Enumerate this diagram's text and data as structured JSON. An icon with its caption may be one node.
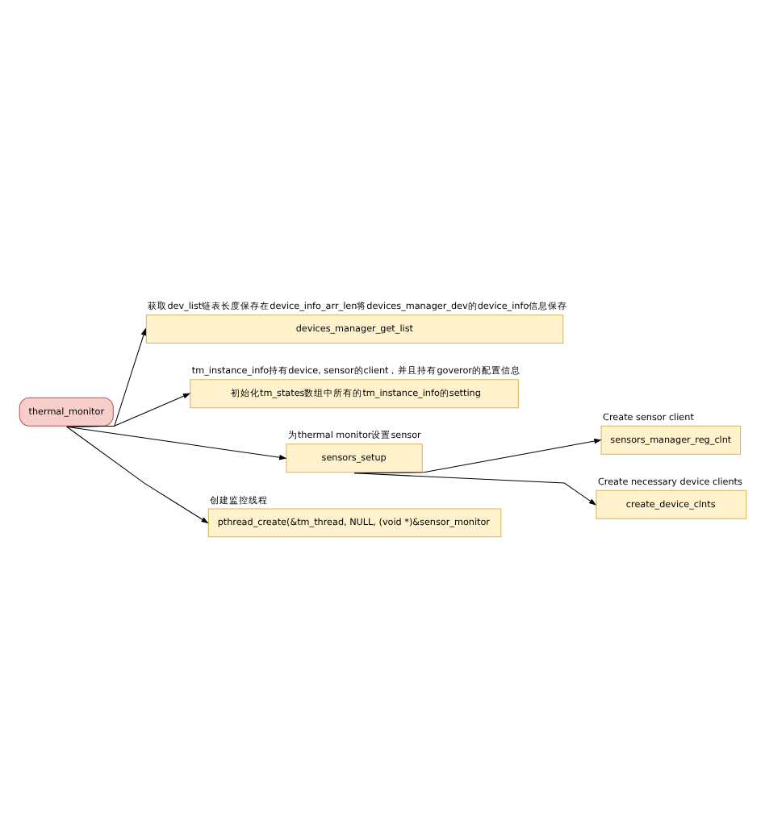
{
  "diagram": {
    "nodes": [
      {
        "text": [
          "thermal_monitor"
        ]
      },
      {
        "text": [
          "devices_manager_get_list"
        ],
        "beside": [
          "获取dev_list链表长度保存在device_info_arr_len将devices_manager_dev的device_info信息保存"
        ]
      },
      {
        "text": [
          "初始化tm_states数组中所有的tm_instance_info的setting"
        ],
        "beside": [
          "tm_instance_info持有device, sensor的client，并且持有goveror的配置信息"
        ]
      },
      {
        "text": [
          "sensors_setup"
        ],
        "beside": [
          "为thermal monitor设置sensor"
        ]
      },
      {
        "text": [
          "sensors_manager_reg_clnt"
        ],
        "beside": [
          "Create sensor client"
        ]
      },
      {
        "text": [
          "create_device_clnts"
        ],
        "beside": [
          "Create necessary device clients"
        ]
      },
      {
        "text": [
          "pthread_create(&tm_thread, NULL, (void *)&sensor_monitor"
        ],
        "beside": [
          "创建监控线程"
        ]
      }
    ],
    "edges": [
      {
        "from": 0,
        "to": 1,
        "arrow": "to"
      },
      {
        "from": 0,
        "to": 2,
        "arrow": "to"
      },
      {
        "from": 0,
        "to": 3,
        "arrow": "to"
      },
      {
        "from": 3,
        "to": 4,
        "arrow": "to"
      },
      {
        "from": 3,
        "to": 5,
        "arrow": "to"
      },
      {
        "from": 0,
        "to": 6,
        "arrow": "to"
      }
    ]
  }
}
